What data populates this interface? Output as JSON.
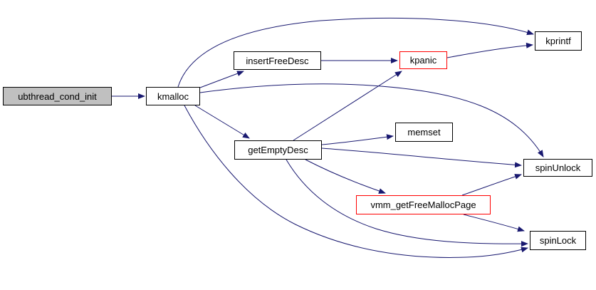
{
  "diagram": {
    "type": "call-graph",
    "colors": {
      "background": "#ffffff",
      "edge": "#191970",
      "node_border": "#000000",
      "node_fill": "#ffffff",
      "current_node_fill": "#c0c0c0",
      "truncated_node_border": "#ff0000",
      "text": "#000000"
    },
    "nodes": [
      {
        "id": "ubthread_cond_init",
        "label": "ubthread_cond_init",
        "style": "current"
      },
      {
        "id": "kmalloc",
        "label": "kmalloc",
        "style": "normal"
      },
      {
        "id": "insertFreeDesc",
        "label": "insertFreeDesc",
        "style": "normal"
      },
      {
        "id": "kpanic",
        "label": "kpanic",
        "style": "truncated"
      },
      {
        "id": "kprintf",
        "label": "kprintf",
        "style": "normal"
      },
      {
        "id": "getEmptyDesc",
        "label": "getEmptyDesc",
        "style": "normal"
      },
      {
        "id": "memset",
        "label": "memset",
        "style": "normal"
      },
      {
        "id": "spinUnlock",
        "label": "spinUnlock",
        "style": "normal"
      },
      {
        "id": "vmm_getFreeMallocPage",
        "label": "vmm_getFreeMallocPage",
        "style": "truncated"
      },
      {
        "id": "spinLock",
        "label": "spinLock",
        "style": "normal"
      }
    ],
    "edges": [
      {
        "from": "ubthread_cond_init",
        "to": "kmalloc"
      },
      {
        "from": "kmalloc",
        "to": "insertFreeDesc"
      },
      {
        "from": "kmalloc",
        "to": "kprintf"
      },
      {
        "from": "kmalloc",
        "to": "spinUnlock"
      },
      {
        "from": "kmalloc",
        "to": "getEmptyDesc"
      },
      {
        "from": "kmalloc",
        "to": "spinLock"
      },
      {
        "from": "insertFreeDesc",
        "to": "kpanic"
      },
      {
        "from": "kpanic",
        "to": "kprintf"
      },
      {
        "from": "getEmptyDesc",
        "to": "memset"
      },
      {
        "from": "getEmptyDesc",
        "to": "kpanic"
      },
      {
        "from": "getEmptyDesc",
        "to": "spinUnlock"
      },
      {
        "from": "getEmptyDesc",
        "to": "vmm_getFreeMallocPage"
      },
      {
        "from": "getEmptyDesc",
        "to": "spinLock"
      },
      {
        "from": "vmm_getFreeMallocPage",
        "to": "spinUnlock"
      },
      {
        "from": "vmm_getFreeMallocPage",
        "to": "spinLock"
      }
    ]
  }
}
